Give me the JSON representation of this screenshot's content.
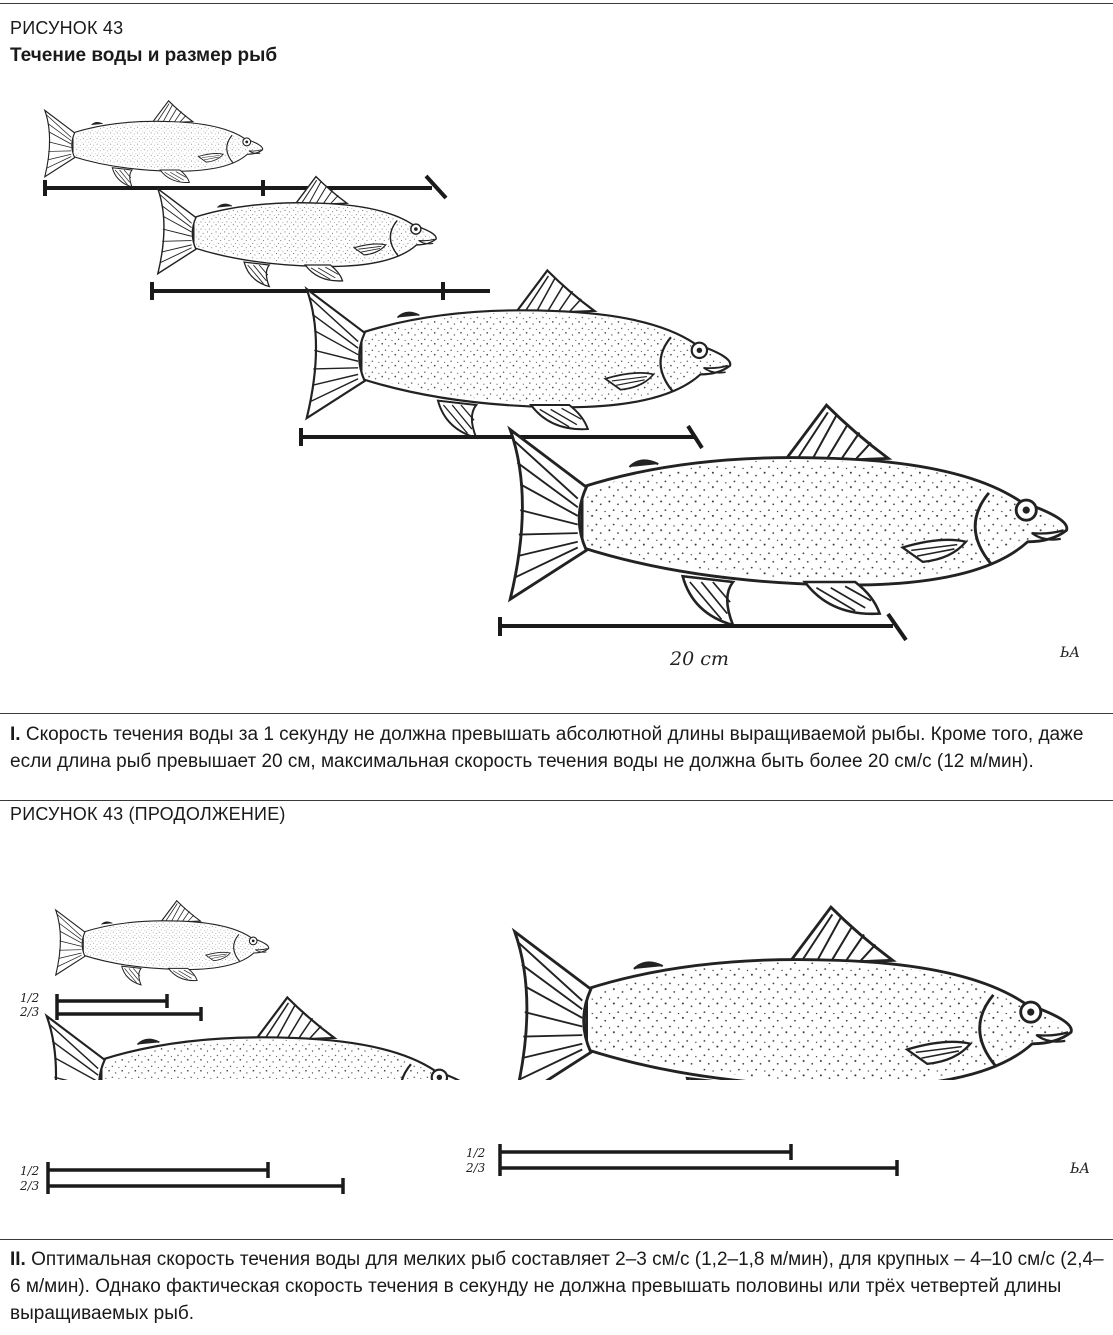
{
  "figure1": {
    "caption": "РИСУНОК 43",
    "title": "Течение воды и размер рыб",
    "scale_label": "20 cm",
    "signature": "ЬА"
  },
  "note1": {
    "numeral": "I.",
    "text": " Скорость течения воды за 1 секунду не должна превышать абсолютной длины выращиваемой рыбы. Кроме того, даже если длина рыб превышает 20 см, максимальная скорость течения воды не должна быть более 20 см/с (12 м/мин)."
  },
  "figure2": {
    "caption": "РИСУНОК 43 (ПРОДОЛЖЕНИЕ)",
    "fraction_half": "1/2",
    "fraction_two_thirds": "2/3",
    "signature": "ЬА"
  },
  "note2": {
    "numeral": "II.",
    "text": " Оптимальная скорость течения воды для мелких рыб составляет 2–3 см/с (1,2–1,8 м/мин), для крупных – 4–10 см/с (2,4–6 м/мин). Однако фактическая скорость течения в секунду не должна превышать половины или трёх четвертей длины выращиваемых рыб."
  }
}
